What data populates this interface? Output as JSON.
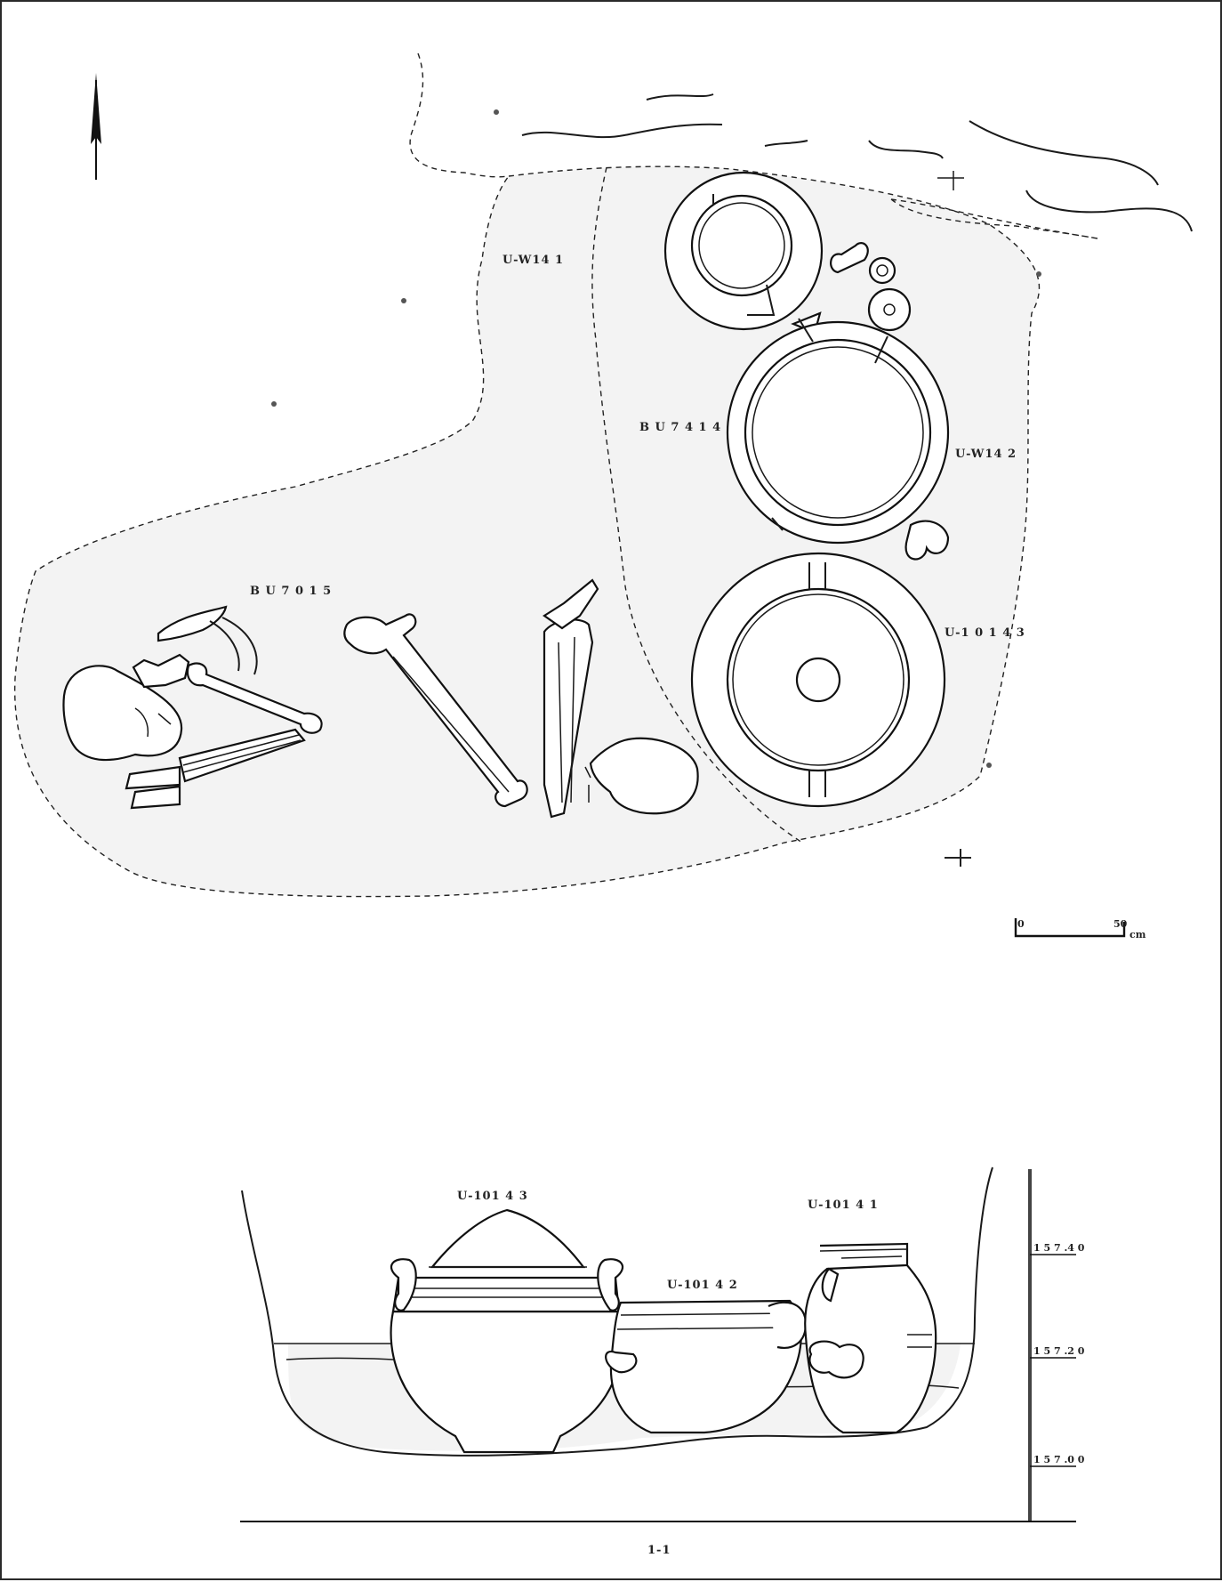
{
  "figure": {
    "plan_labels": {
      "pit_fill_upper": "U-W14 1",
      "pit_fill_lower": "B U 7 4 1 4",
      "skeleton_fill": "B U 7 0 1 5",
      "vessel_right_upper": "U-W14 2",
      "vessel_right_lower": "U-1 0 1 4 3"
    },
    "scale_bar": {
      "left_label": "0",
      "right_label": "50",
      "unit": "cm"
    },
    "section_labels": {
      "vessel_left": "U-101 4 3",
      "vessel_middle": "U-101 4 2",
      "vessel_right": "U-101 4 1"
    },
    "elevation_ticks": [
      "1 5 7 .4 0",
      "1 5 7 .2 0",
      "1 5 7 .0 0"
    ],
    "section_caption": "1-1"
  },
  "colors": {
    "ink": "#1a1a1a",
    "fill": "#f3f3f3",
    "page": "#ffffff"
  }
}
